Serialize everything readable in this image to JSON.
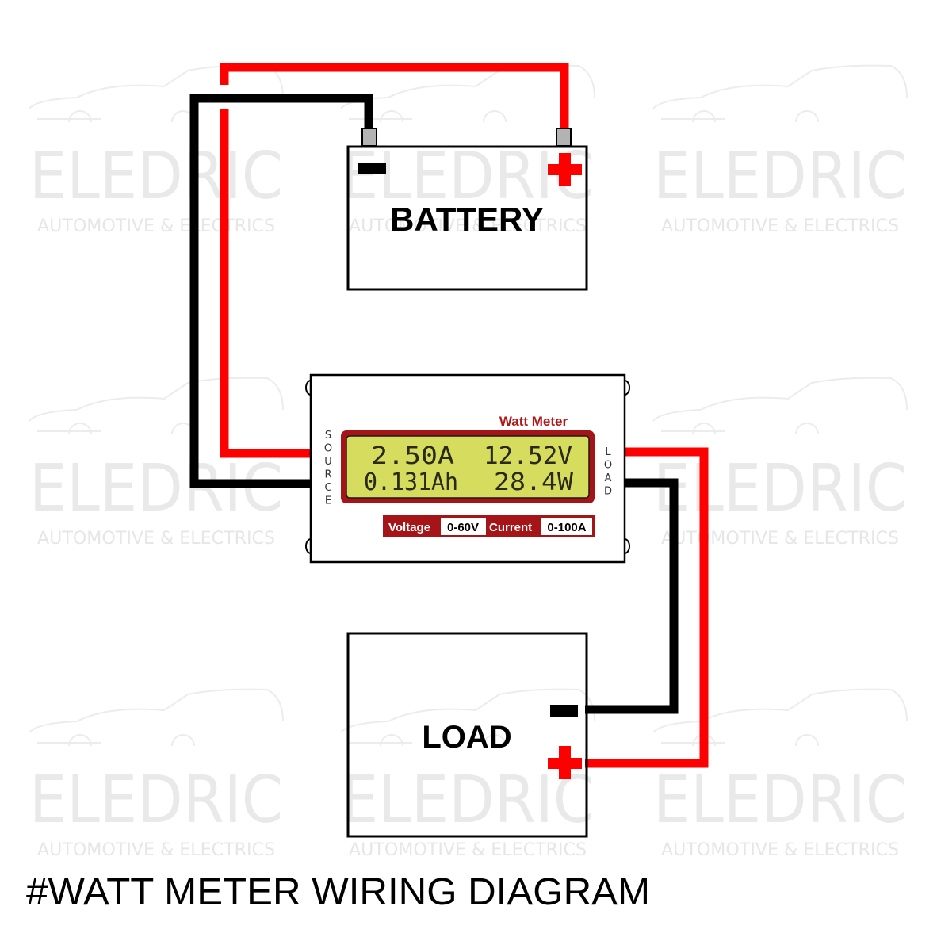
{
  "diagram": {
    "title": "#WATT METER WIRING DIAGRAM",
    "watermark": {
      "brand": "ELEDRIC",
      "tagline": "AUTOMOTIVE & ELECTRICS"
    },
    "battery": {
      "label": "BATTERY",
      "negative_symbol": "−",
      "positive_symbol": "+"
    },
    "load": {
      "label": "LOAD",
      "negative_symbol": "−",
      "positive_symbol": "+"
    },
    "meter": {
      "brand_label": "Watt Meter",
      "source_label": "SOURCE",
      "load_label": "LOAD",
      "display": {
        "current": "2.50A",
        "voltage": "12.52V",
        "capacity": "0.131Ah",
        "power": "28.4W"
      },
      "specs": {
        "voltage_label": "Voltage",
        "voltage_range": "0-60V",
        "current_label": "Current",
        "current_range": "0-100A"
      }
    },
    "colors": {
      "positive_wire": "#ff0000",
      "negative_wire": "#000000",
      "accent": "#a51517",
      "lcd_background": "#d6dc5e",
      "terminal": "#b3b3b3"
    }
  }
}
